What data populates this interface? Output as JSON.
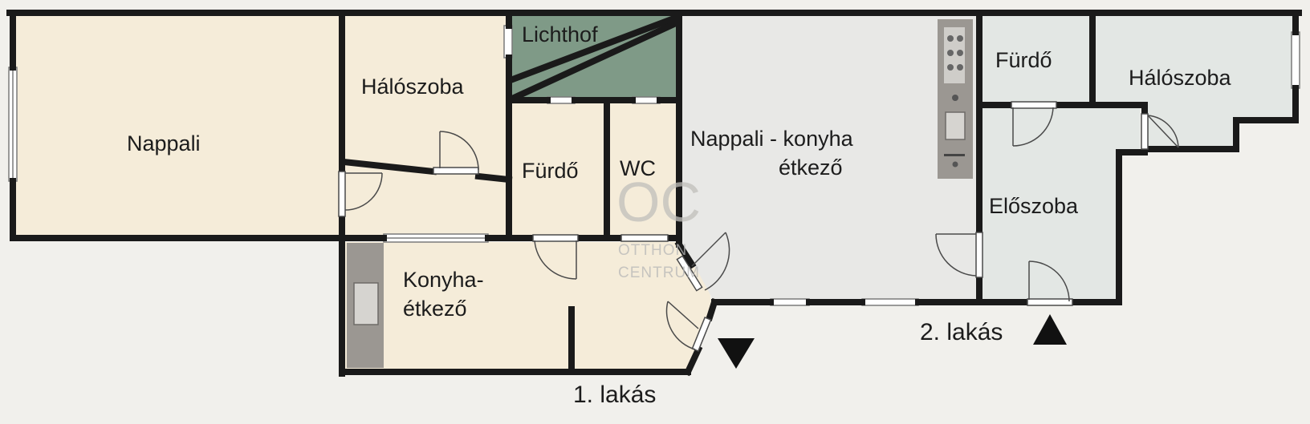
{
  "rooms": {
    "nappali_1": "Nappali",
    "haloszoba_1": "Hálószoba",
    "lichthof": "Lichthof",
    "furdo_1": "Fürdő",
    "wc": "WC",
    "konyha_line1": "Konyha-",
    "konyha_line2": "étkező",
    "nappali_konyha_line1": "Nappali - konyha",
    "nappali_konyha_line2": "étkező",
    "furdo_2": "Fürdő",
    "haloszoba_2": "Hálószoba",
    "eloszoba": "Előszoba"
  },
  "units": {
    "unit1": "1. lakás",
    "unit2": "2. lakás"
  },
  "watermark": {
    "logo": "OC",
    "line1": "OTTHON",
    "line2": "CENTRUM"
  },
  "icons": {
    "entrance_1": "triangle-down-arrow-icon",
    "entrance_2": "triangle-up-arrow-icon"
  },
  "colors": {
    "background": "#f1f0ec",
    "unit1_floor": "#f5ecd9",
    "unit2_floor": "#e8e8e6",
    "unit2_side_floor": "#e3e7e4",
    "lichthof": "#7f9a87",
    "wall": "#1a1a1a"
  }
}
